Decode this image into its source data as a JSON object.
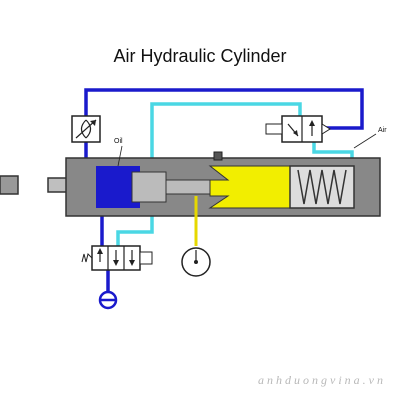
{
  "title": "Air Hydraulic Cylinder",
  "labels": {
    "oil": "Oil",
    "air": "Air"
  },
  "watermark": "anhduongvina.vn",
  "colors": {
    "oil_line": "#1a1acc",
    "oil_fill": "#1a1acc",
    "air_line": "#4ad7e4",
    "gas_fill": "#f2ee00",
    "gas_line": "#e6d800",
    "body": "#888888",
    "piston": "#bbbbbb"
  },
  "icons": {
    "flow_control": "flow-control-valve-icon",
    "directional_valve_air": "directional-valve-icon",
    "directional_valve_oil": "directional-valve-icon",
    "pressure_gauge": "pressure-gauge-icon",
    "pump": "hydraulic-pump-icon",
    "spring": "spring-icon"
  }
}
